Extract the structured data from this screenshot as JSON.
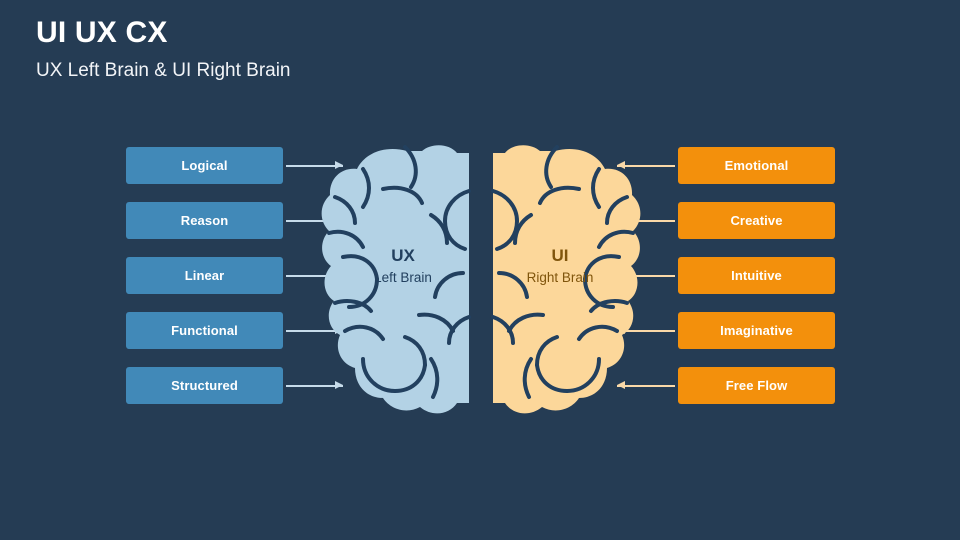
{
  "header": {
    "title": "UI UX CX",
    "subtitle": "UX Left Brain & UI Right Brain"
  },
  "colors": {
    "background": "#253c54",
    "left_box": "#4189b8",
    "right_box": "#f3900c",
    "left_brain_fill": "#b3d2e5",
    "right_brain_fill": "#fcd79a",
    "brain_stroke": "#22405f",
    "left_arrow": "#c6dbea",
    "right_arrow": "#fad9a8",
    "title_text": "#ffffff",
    "left_caption_text": "#22405f",
    "right_caption_text": "#80550c"
  },
  "diagram": {
    "left_side": {
      "caption_main": "UX",
      "caption_sub": "Left Brain",
      "arrow_direction": "right",
      "items": [
        {
          "label": "Logical"
        },
        {
          "label": "Reason"
        },
        {
          "label": "Linear"
        },
        {
          "label": "Functional"
        },
        {
          "label": "Structured"
        }
      ]
    },
    "right_side": {
      "caption_main": "UI",
      "caption_sub": "Right Brain",
      "arrow_direction": "left",
      "items": [
        {
          "label": "Emotional"
        },
        {
          "label": "Creative"
        },
        {
          "label": "Intuitive"
        },
        {
          "label": "Imaginative"
        },
        {
          "label": "Free Flow"
        }
      ]
    }
  }
}
